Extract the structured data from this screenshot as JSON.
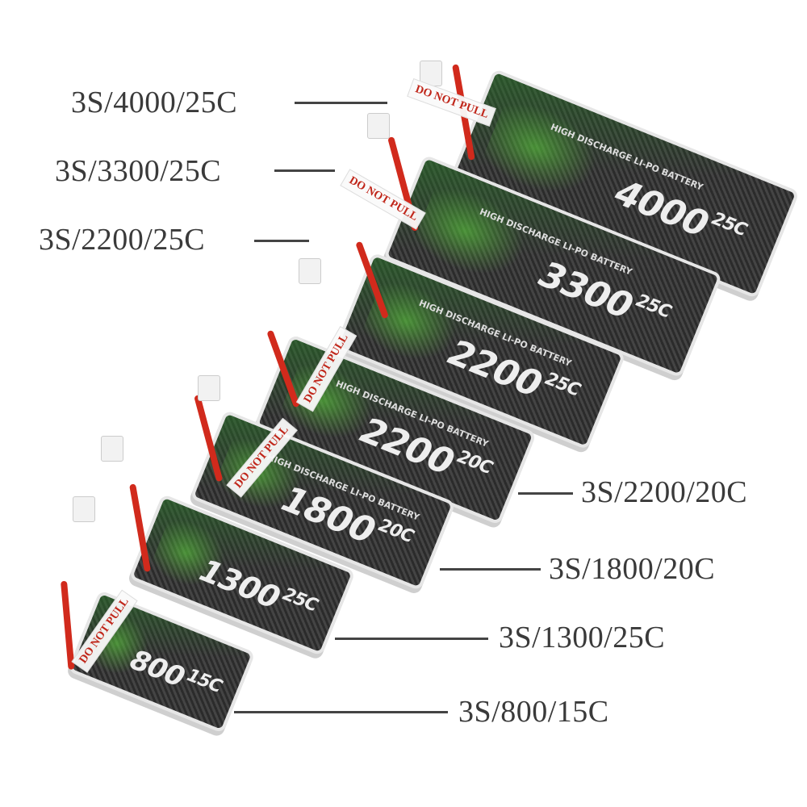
{
  "labels": [
    "3S/4000/25C",
    "3S/3300/25C",
    "3S/2200/25C",
    "3S/2200/20C",
    "3S/1800/20C",
    "3S/1300/25C",
    "3S/800/15C"
  ],
  "batteries": [
    {
      "capacity": "4000",
      "rating": "25C"
    },
    {
      "capacity": "3300",
      "rating": "25C"
    },
    {
      "capacity": "2200",
      "rating": "25C"
    },
    {
      "capacity": "2200",
      "rating": "20C"
    },
    {
      "capacity": "1800",
      "rating": "20C"
    },
    {
      "capacity": "1300",
      "rating": "25C"
    },
    {
      "capacity": "800",
      "rating": "15C"
    }
  ],
  "battery_subtitle": "HIGH DISCHARGE LI-PO BATTERY",
  "sticker_text": "DO NOT PULL",
  "colors": {
    "wire": "#d12a1c",
    "label": "#3a3a3a",
    "body": "#2b2b2b"
  }
}
